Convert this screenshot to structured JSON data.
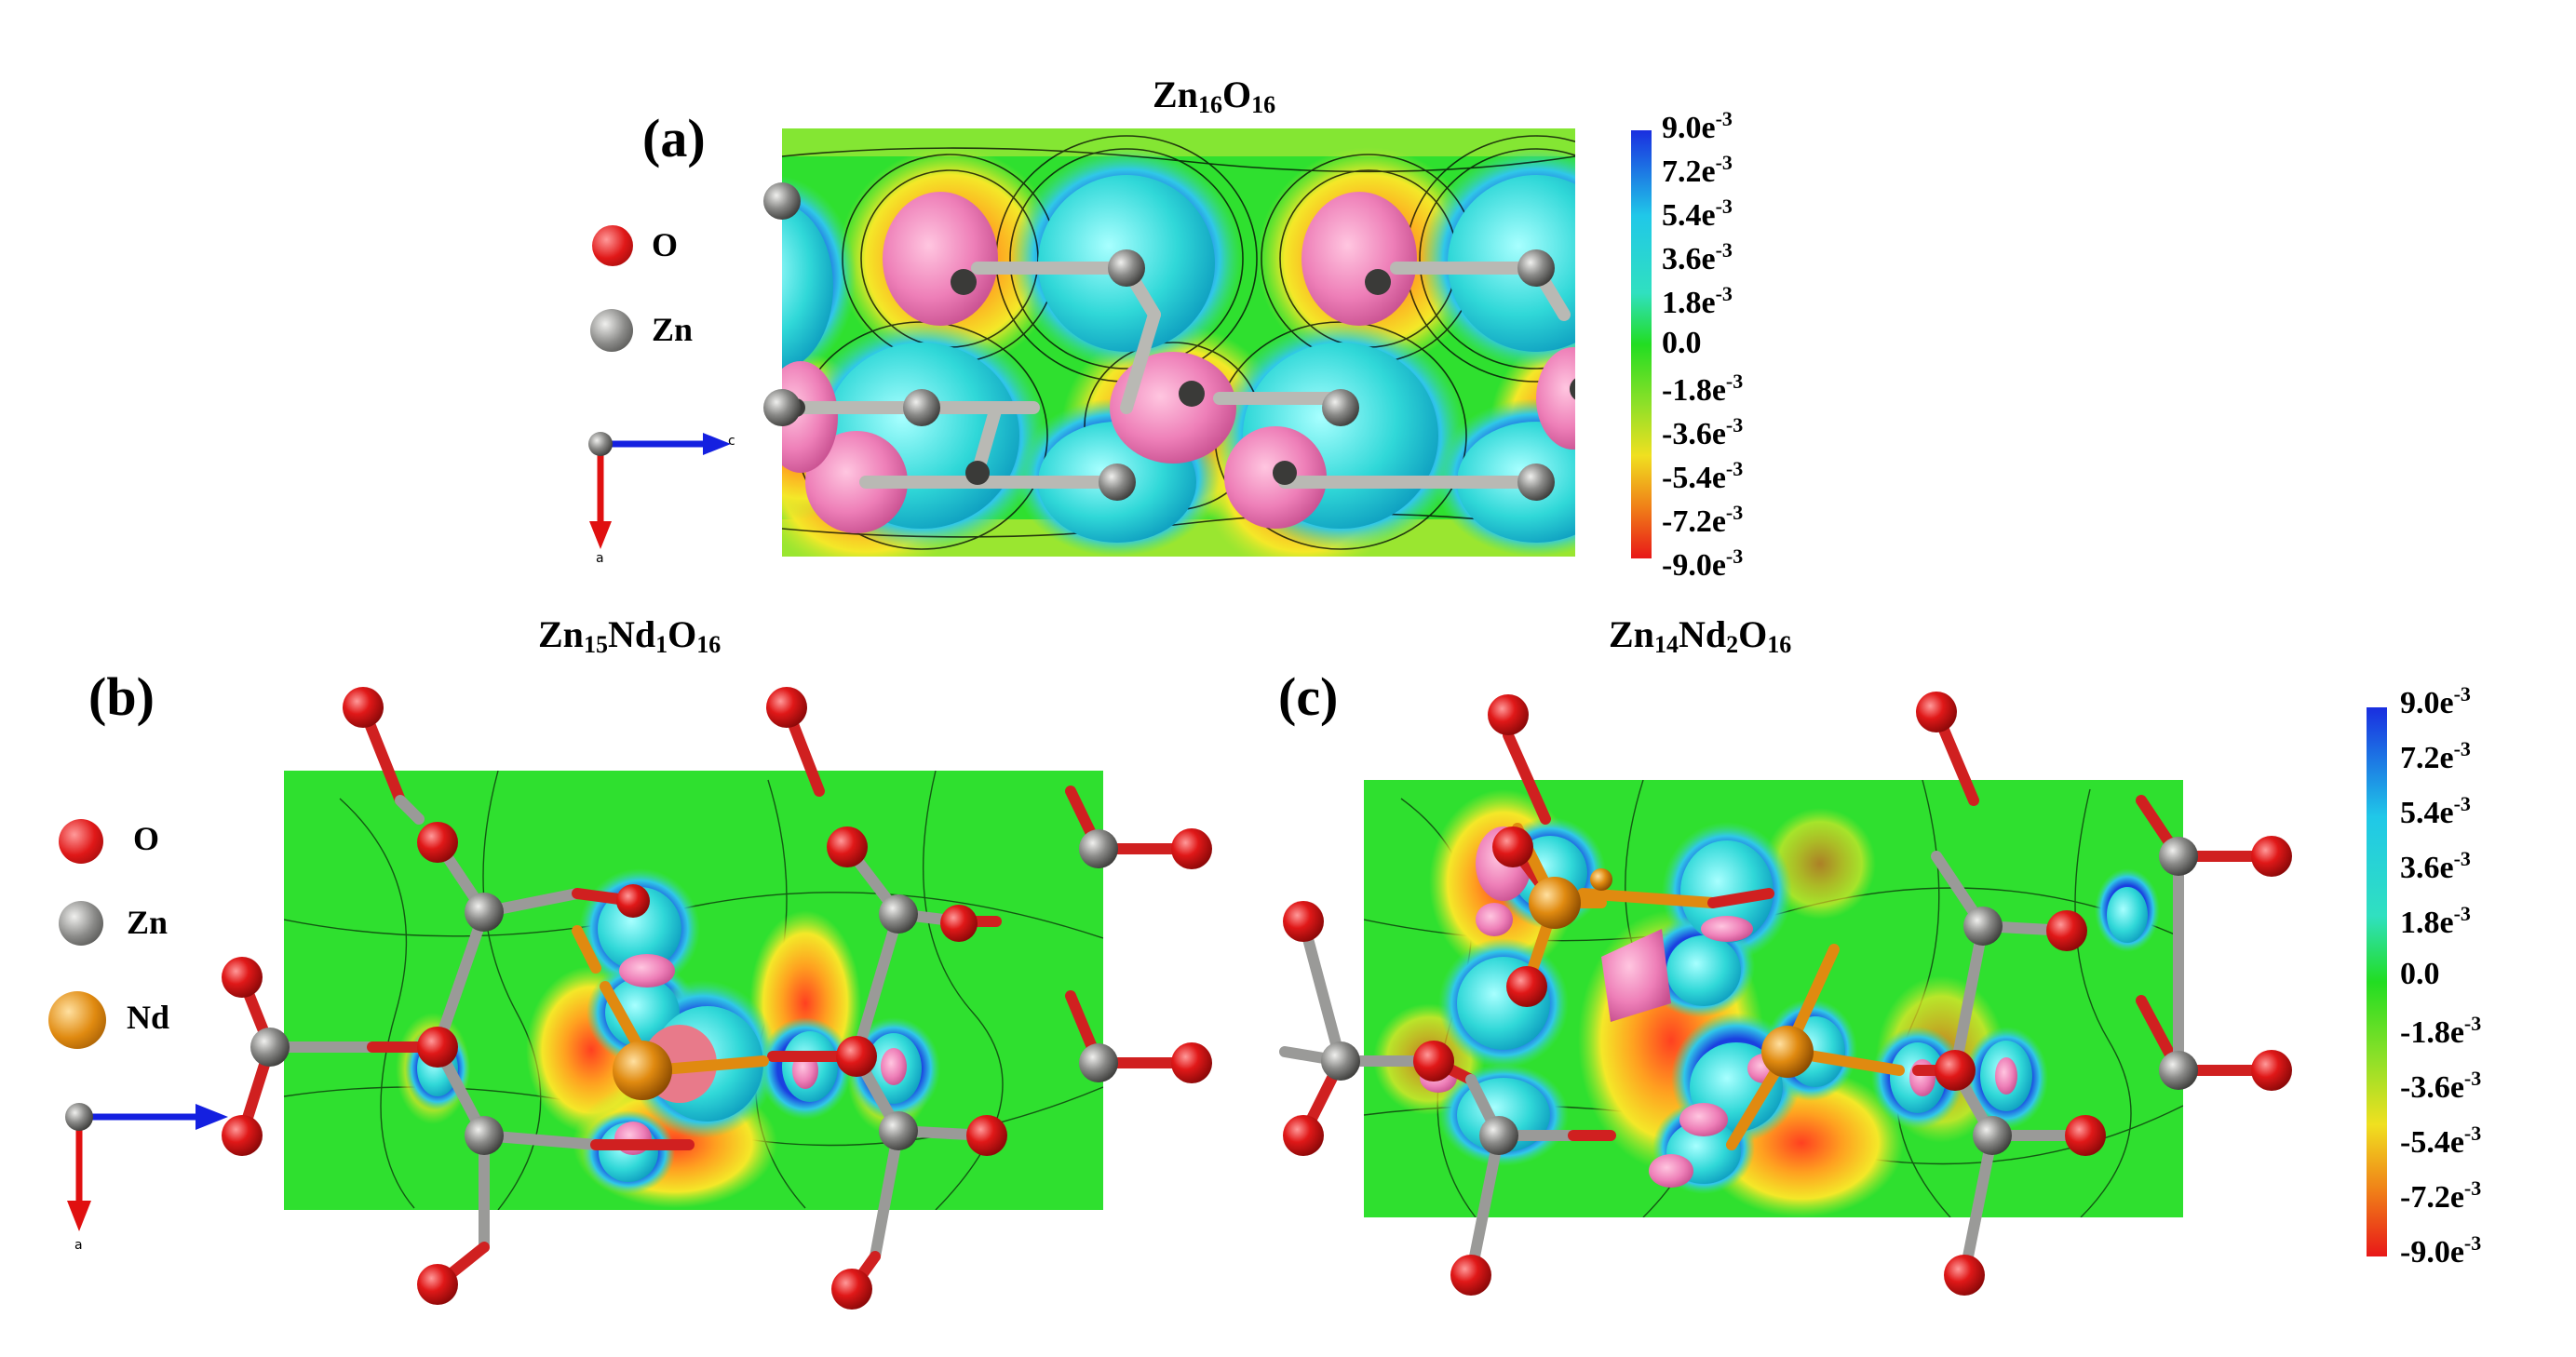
{
  "colors": {
    "oxygen": "#e01818",
    "zinc": "#8a8a88",
    "neodymium": "#e08a10",
    "charge_gain": "#30d8d8",
    "charge_loss": "#ee7fb8",
    "background_map": "#2fe02f",
    "axis_c": "#1420e0",
    "axis_a": "#e01010"
  },
  "panel_a": {
    "label": "(a)",
    "title_parts": [
      "Zn",
      "16",
      "O",
      "16"
    ]
  },
  "panel_b": {
    "label": "(b)",
    "title_parts": [
      "Zn",
      "15",
      "Nd",
      "1",
      "O",
      "16"
    ]
  },
  "panel_c": {
    "label": "(c)",
    "title_parts": [
      "Zn",
      "14",
      "Nd",
      "2",
      "O",
      "16"
    ]
  },
  "legend_a": [
    {
      "symbol": "O",
      "icon": "oxygen-atom-icon"
    },
    {
      "symbol": "Zn",
      "icon": "zinc-atom-icon"
    }
  ],
  "legend_b": [
    {
      "symbol": "O",
      "icon": "oxygen-atom-icon"
    },
    {
      "symbol": "Zn",
      "icon": "zinc-atom-icon"
    },
    {
      "symbol": "Nd",
      "icon": "neodymium-atom-icon"
    }
  ],
  "axes": {
    "horizontal": "c",
    "vertical": "a"
  },
  "colorbar": {
    "ticks": [
      {
        "mant": "9.0",
        "exp": "-3"
      },
      {
        "mant": "7.2",
        "exp": "-3"
      },
      {
        "mant": "5.4",
        "exp": "-3"
      },
      {
        "mant": "3.6",
        "exp": "-3"
      },
      {
        "mant": "1.8",
        "exp": "-3"
      },
      {
        "mant": "0.0",
        "exp": ""
      },
      {
        "mant": "-1.8",
        "exp": "-3"
      },
      {
        "mant": "-3.6",
        "exp": "-3"
      },
      {
        "mant": "-5.4",
        "exp": "-3"
      },
      {
        "mant": "-7.2",
        "exp": "-3"
      },
      {
        "mant": "-9.0",
        "exp": "-3"
      }
    ],
    "exp_base": "e"
  }
}
